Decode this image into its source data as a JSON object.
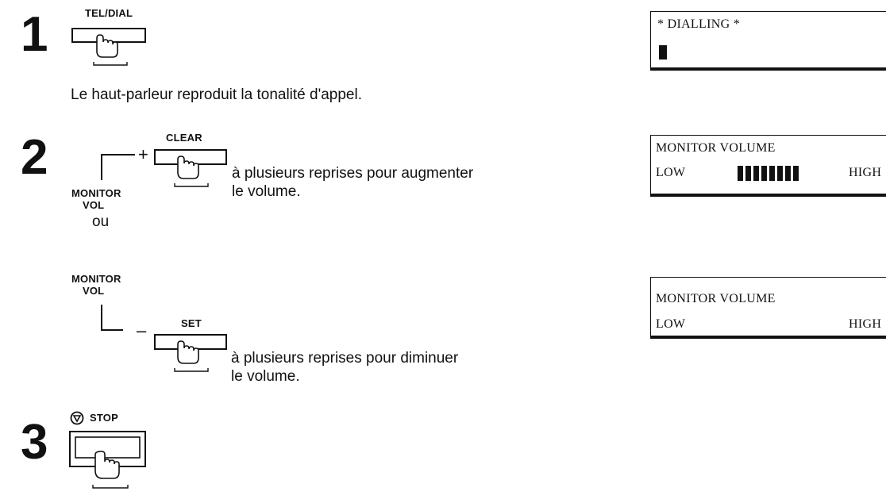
{
  "steps": {
    "s1": {
      "number": "1",
      "key_label": "TEL/DIAL",
      "description": "Le haut-parleur reproduit la tonalité d'appel."
    },
    "s2": {
      "number": "2",
      "monitor_label_1": "MONITOR",
      "monitor_label_2": "VOL",
      "plus_sign": "+",
      "clear_label": "CLEAR",
      "increase_line_1": "à plusieurs reprises pour augmenter",
      "increase_line_2": "le volume.",
      "or_text": "ou",
      "monitor_label_b1": "MONITOR",
      "monitor_label_b2": "VOL",
      "minus_sign": "–",
      "set_label": "SET",
      "decrease_line_1": "à plusieurs reprises pour diminuer",
      "decrease_line_2": "le volume."
    },
    "s3": {
      "number": "3",
      "stop_label": "STOP"
    }
  },
  "displays": {
    "dialling": {
      "line1": "* DIALLING *"
    },
    "volume_up": {
      "title": "MONITOR VOLUME",
      "low": "LOW",
      "high": "HIGH",
      "level": 8
    },
    "volume_down": {
      "title": "MONITOR VOLUME",
      "low": "LOW",
      "high": "HIGH",
      "level": 0
    }
  }
}
